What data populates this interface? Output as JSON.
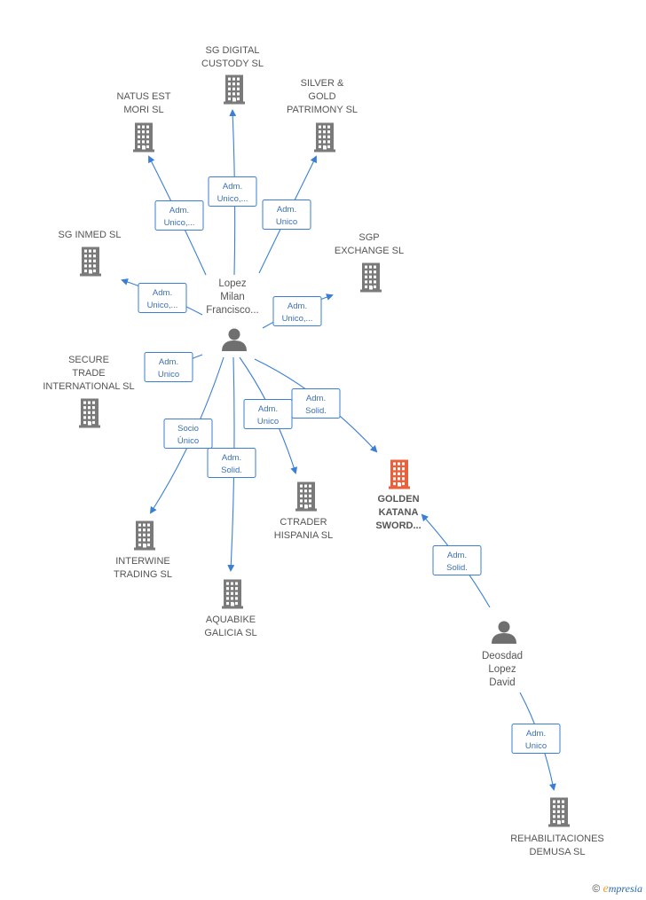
{
  "colors": {
    "building": "#7a7a7a",
    "building_highlight": "#e8603c",
    "person": "#6f6f6f",
    "edge": "#3a7fd5",
    "label": "#555555"
  },
  "persons": [
    {
      "id": "lopez",
      "lines": [
        "Lopez",
        "Milan",
        "Francisco..."
      ]
    },
    {
      "id": "deosdad",
      "lines": [
        "Deosdad",
        "Lopez",
        "David"
      ]
    }
  ],
  "companies": [
    {
      "id": "sg_digital",
      "lines": [
        "SG DIGITAL",
        "CUSTODY  SL"
      ],
      "highlight": false
    },
    {
      "id": "natus",
      "lines": [
        "NATUS EST",
        "MORI  SL"
      ],
      "highlight": false
    },
    {
      "id": "silver_gold",
      "lines": [
        "SILVER &",
        "GOLD",
        "PATRIMONY  SL"
      ],
      "highlight": false
    },
    {
      "id": "sg_inmed",
      "lines": [
        "SG INMED  SL"
      ],
      "highlight": false
    },
    {
      "id": "sgp_exchange",
      "lines": [
        "SGP",
        "EXCHANGE  SL"
      ],
      "highlight": false
    },
    {
      "id": "secure_trade",
      "lines": [
        "SECURE",
        "TRADE",
        "INTERNATIONAL SL"
      ],
      "highlight": false
    },
    {
      "id": "golden_katana",
      "lines": [
        "GOLDEN",
        "KATANA",
        "SWORD..."
      ],
      "highlight": true
    },
    {
      "id": "ctrader",
      "lines": [
        "CTRADER",
        "HISPANIA  SL"
      ],
      "highlight": false
    },
    {
      "id": "interwine",
      "lines": [
        "INTERWINE",
        "TRADING SL"
      ],
      "highlight": false
    },
    {
      "id": "aquabike",
      "lines": [
        "AQUABIKE",
        "GALICIA  SL"
      ],
      "highlight": false
    },
    {
      "id": "rehab",
      "lines": [
        "REHABILITACIONES",
        "DEMUSA SL"
      ],
      "highlight": false
    }
  ],
  "relations": [
    {
      "id": "r_sg_digital",
      "lines": [
        "Adm.",
        "Unico,..."
      ]
    },
    {
      "id": "r_natus",
      "lines": [
        "Adm.",
        "Unico,..."
      ]
    },
    {
      "id": "r_silver",
      "lines": [
        "Adm.",
        "Unico"
      ]
    },
    {
      "id": "r_sg_inmed",
      "lines": [
        "Adm.",
        "Unico,..."
      ]
    },
    {
      "id": "r_sgp",
      "lines": [
        "Adm.",
        "Unico,..."
      ]
    },
    {
      "id": "r_secure",
      "lines": [
        "Adm.",
        "Unico"
      ]
    },
    {
      "id": "r_interwine",
      "lines": [
        "Socio",
        "Único"
      ]
    },
    {
      "id": "r_aquabike",
      "lines": [
        "Adm.",
        "Solid."
      ]
    },
    {
      "id": "r_ctrader",
      "lines": [
        "Adm.",
        "Unico"
      ]
    },
    {
      "id": "r_golden",
      "lines": [
        "Adm.",
        "Solid."
      ]
    },
    {
      "id": "r_golden_deosdad",
      "lines": [
        "Adm.",
        "Solid."
      ]
    },
    {
      "id": "r_rehab",
      "lines": [
        "Adm.",
        "Unico"
      ]
    }
  ],
  "footer": {
    "copyright_symbol": "©",
    "brand_initial": "e",
    "brand_rest": "mpresia"
  }
}
